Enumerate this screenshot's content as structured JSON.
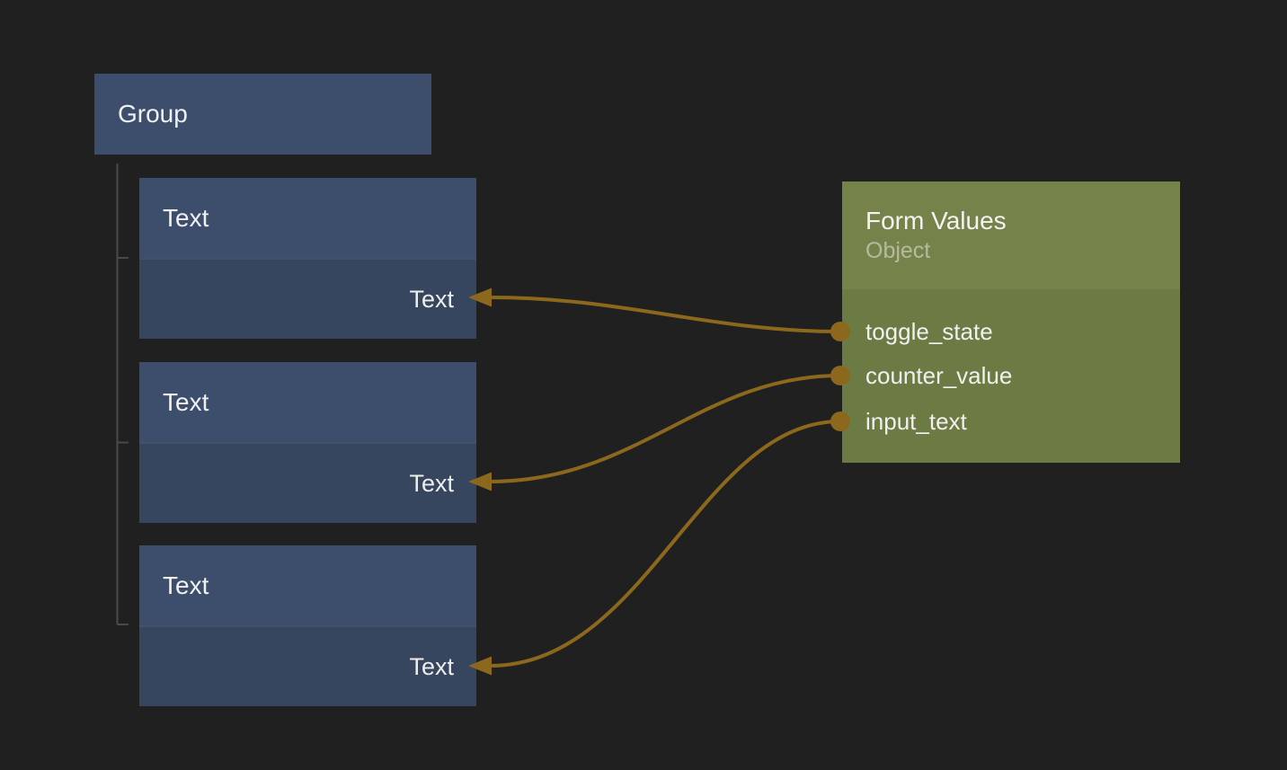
{
  "app": {
    "type": "node-graph-editor"
  },
  "group_node": {
    "label": "Group",
    "children_count": 3
  },
  "text_nodes": [
    {
      "header_label": "Text",
      "input_port_label": "Text"
    },
    {
      "header_label": "Text",
      "input_port_label": "Text"
    },
    {
      "header_label": "Text",
      "input_port_label": "Text"
    }
  ],
  "form_node": {
    "title": "Form Values",
    "subtitle": "Object",
    "fields": [
      {
        "name": "toggle_state"
      },
      {
        "name": "counter_value"
      },
      {
        "name": "input_text"
      }
    ]
  },
  "connections": [
    {
      "from": "form_node.toggle_state",
      "to": "text_nodes.0.input_port"
    },
    {
      "from": "form_node.counter_value",
      "to": "text_nodes.1.input_port"
    },
    {
      "from": "form_node.input_text",
      "to": "text_nodes.2.input_port"
    }
  ],
  "colors": {
    "background": "#212020",
    "node_header_blue": "#3d4e6c",
    "node_body_blue": "#37465f",
    "form_header_olive": "#75834b",
    "form_body_olive": "#6c7a44",
    "edge_gold": "#8c681c",
    "tree_line_gray": "#4a4a4a",
    "text_primary": "#f0f0f0"
  }
}
